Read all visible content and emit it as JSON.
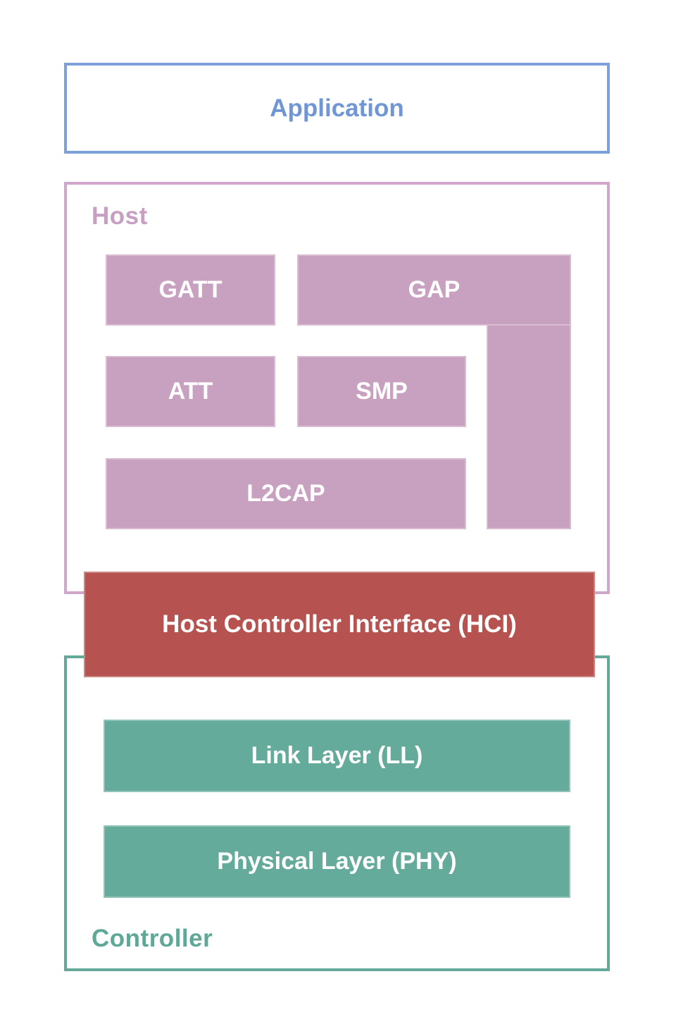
{
  "app": {
    "label": "Application"
  },
  "host": {
    "label": "Host",
    "blocks": {
      "gatt": "GATT",
      "gap": "GAP",
      "att": "ATT",
      "smp": "SMP",
      "l2cap": "L2CAP"
    }
  },
  "hci": {
    "label": "Host Controller Interface (HCI)"
  },
  "controller": {
    "label": "Controller",
    "blocks": {
      "link_layer": "Link Layer (LL)",
      "phy": "Physical Layer (PHY)"
    }
  },
  "colors": {
    "blue_border": "#7ba0da",
    "blue_text": "#7096d6",
    "pink_border": "#d0a7ca",
    "pink_text": "#c79fc3",
    "mauve": "#c9a1c0",
    "red": "#b65351",
    "teal": "#64ab9c",
    "teal_border": "#63a898",
    "teal_text": "#5fa796",
    "block_text": "#ffffff"
  }
}
